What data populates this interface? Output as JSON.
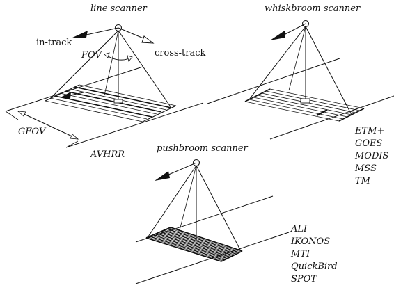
{
  "panels": {
    "line": {
      "title": "line scanner",
      "labels": {
        "in_track": "in-track",
        "fov": "FOV",
        "cross_track": "cross-track",
        "gfov": "GFOV"
      },
      "sensors": [
        "AVHRR"
      ]
    },
    "whiskbroom": {
      "title": "whiskbroom scanner",
      "sensors": [
        "ETM+",
        "GOES",
        "MODIS",
        "MSS",
        "TM"
      ]
    },
    "pushbroom": {
      "title": "pushbroom scanner",
      "sensors": [
        "ALI",
        "IKONOS",
        "MTI",
        "QuickBird",
        "SPOT"
      ]
    }
  },
  "colors": {
    "ink": "#111111",
    "background": "#ffffff"
  }
}
